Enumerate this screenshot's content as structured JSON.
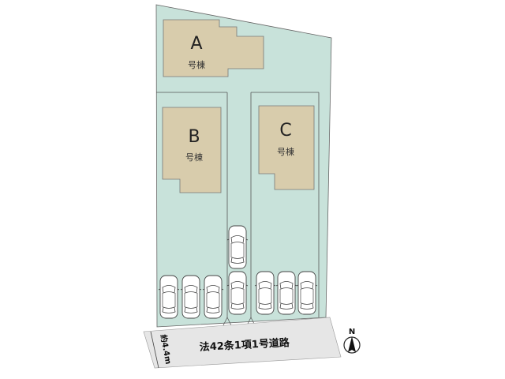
{
  "buildings": [
    {
      "letter": "A",
      "suffix": "号棟"
    },
    {
      "letter": "B",
      "suffix": "号棟"
    },
    {
      "letter": "C",
      "suffix": "号棟"
    }
  ],
  "road": {
    "label": "法42条1項1号道路",
    "width_label": "約4.4m"
  },
  "compass": {
    "label": "N"
  },
  "colors": {
    "lot": "#c8e2da",
    "building": "#d8ccac",
    "road": "#e6e6e6",
    "outline": "#333333"
  }
}
